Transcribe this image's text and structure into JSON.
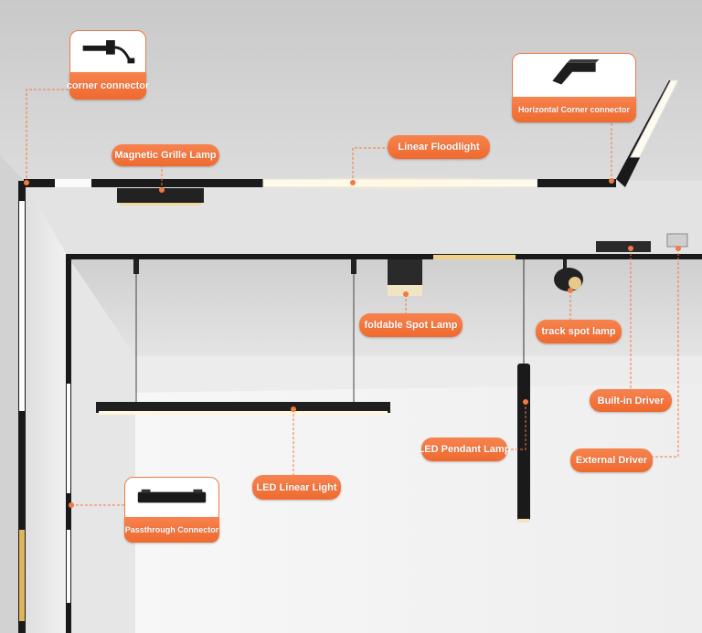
{
  "labels": {
    "corner_connector": "corner connector",
    "horizontal_corner_connector": "Horizontal Corner connector",
    "magnetic_grille_lamp": "Magnetic Grille Lamp",
    "linear_floodlight": "Linear Floodlight",
    "foldable_spot_lamp": "foldable Spot Lamp",
    "track_spot_lamp": "track spot lamp",
    "built_in_driver": "Built-in Driver",
    "external_driver": "External Driver",
    "led_pendant_lamp": "LED Pendant Lamp",
    "led_linear_light": "LED Linear Light",
    "passthrough_connector": "Passthrough Connector"
  },
  "colors": {
    "accent": "#f07a42",
    "track": "#1a1a1a",
    "ceiling": "#d6d6d6",
    "wall": "#f0f0f0"
  }
}
